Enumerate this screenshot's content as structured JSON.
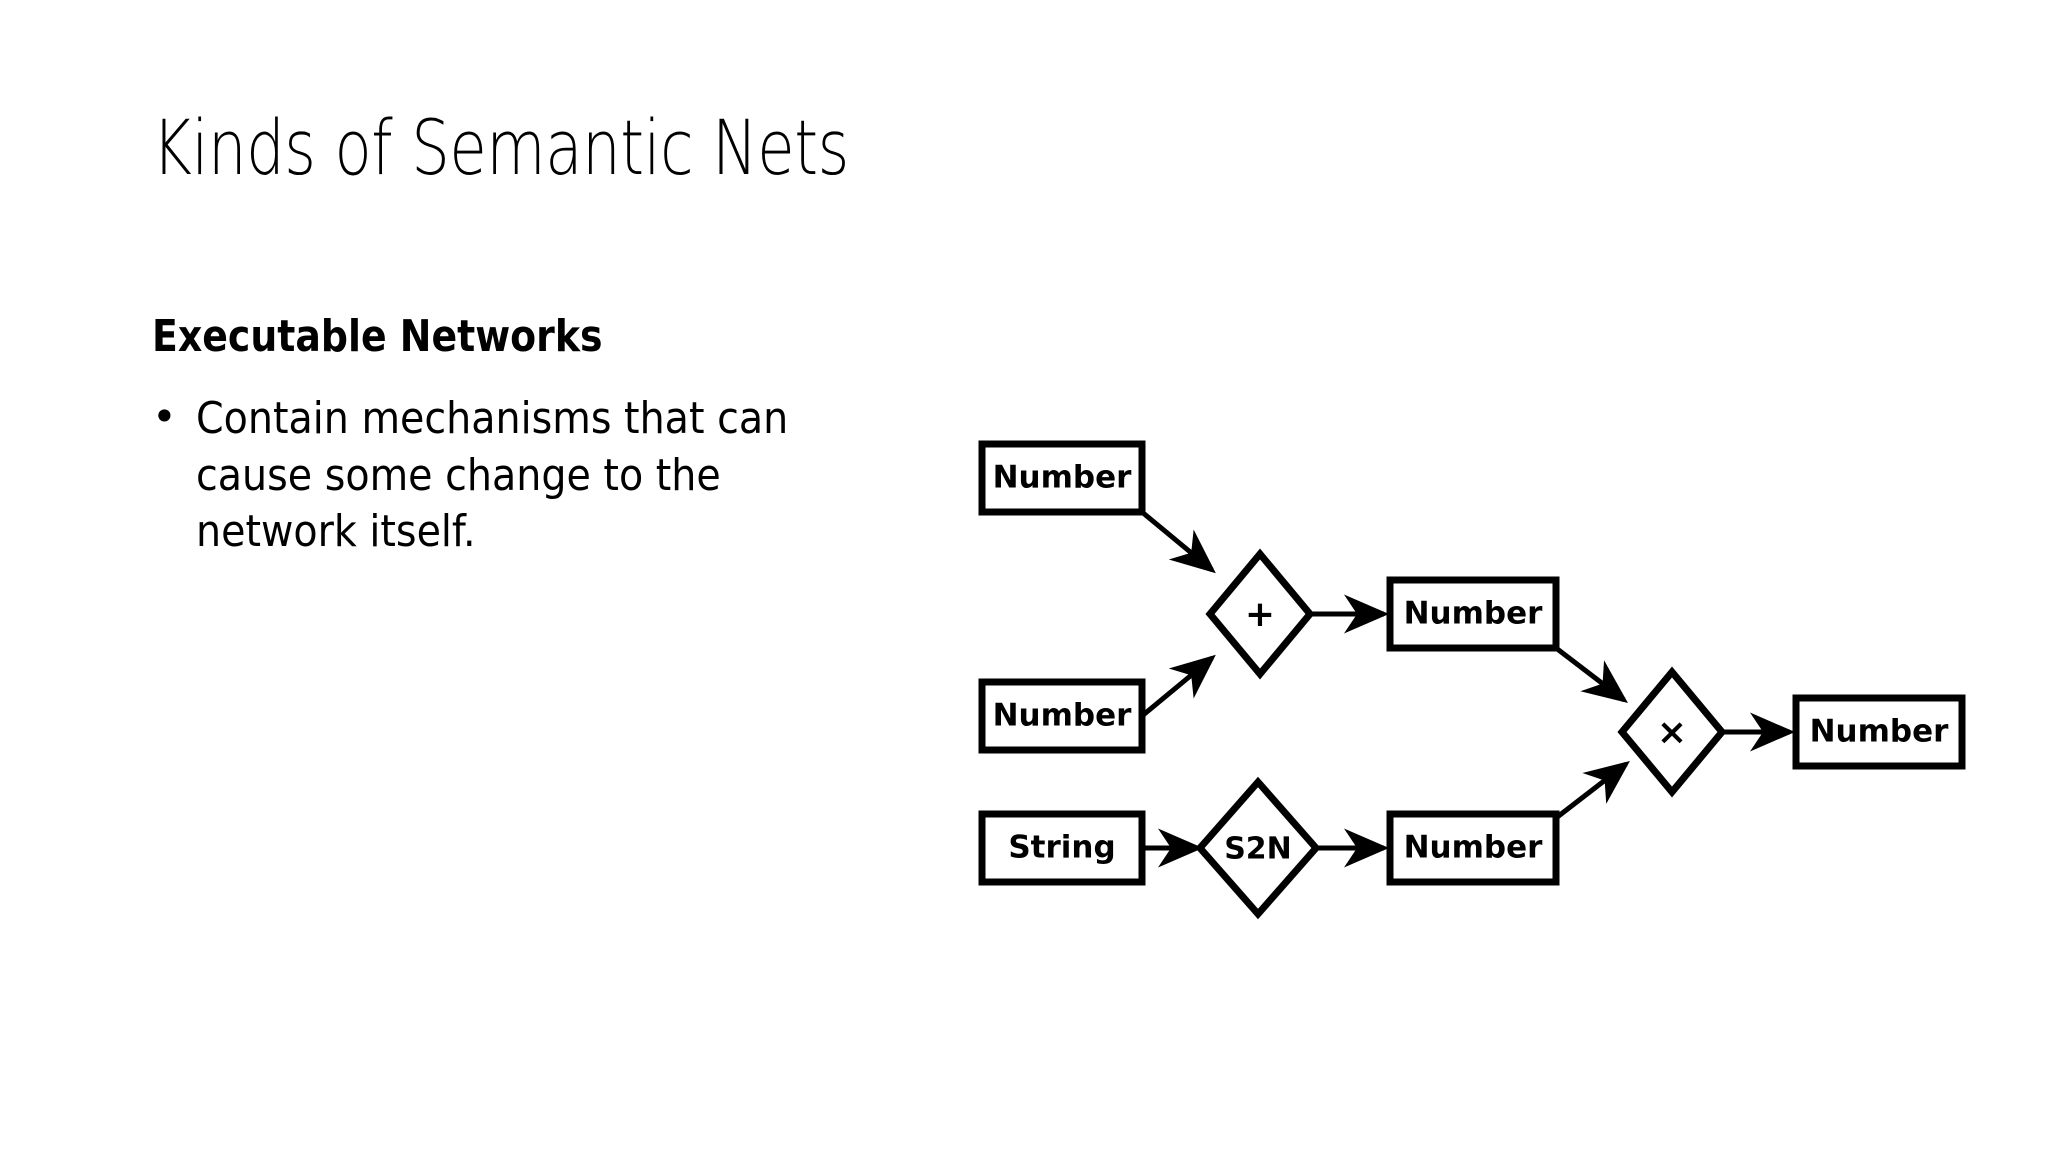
{
  "slide": {
    "title": "Kinds of Semantic Nets",
    "background_color": "#ffffff",
    "text_color": "#000000"
  },
  "body": {
    "heading": "Executable Networks",
    "bullet_marker": "•",
    "bullet_text": "Contain mechanisms that can cause some change to the network itself.",
    "bullet_lines": [
      "Contain mechanisms that can",
      "cause some change to the",
      "network itself."
    ]
  },
  "diagram": {
    "title": "executable-network-dataflow",
    "stroke_color": "#000000",
    "fill_color": "#ffffff",
    "nodes": [
      {
        "id": "num_a",
        "label": "Number",
        "shape": "rect",
        "role": "input-operand"
      },
      {
        "id": "num_b",
        "label": "Number",
        "shape": "rect",
        "role": "input-operand"
      },
      {
        "id": "plus",
        "label": "+",
        "shape": "diamond",
        "role": "operator-add"
      },
      {
        "id": "num_sum",
        "label": "Number",
        "shape": "rect",
        "role": "intermediate-result"
      },
      {
        "id": "str_in",
        "label": "String",
        "shape": "rect",
        "role": "input-operand"
      },
      {
        "id": "s2n",
        "label": "S2N",
        "shape": "diamond",
        "role": "operator-string-to-number"
      },
      {
        "id": "num_s2n",
        "label": "Number",
        "shape": "rect",
        "role": "intermediate-result"
      },
      {
        "id": "times",
        "label": "×",
        "shape": "diamond",
        "role": "operator-multiply"
      },
      {
        "id": "num_out",
        "label": "Number",
        "shape": "rect",
        "role": "output-result"
      }
    ],
    "edges": [
      {
        "from": "num_a",
        "to": "plus"
      },
      {
        "from": "num_b",
        "to": "plus"
      },
      {
        "from": "plus",
        "to": "num_sum"
      },
      {
        "from": "num_sum",
        "to": "times"
      },
      {
        "from": "str_in",
        "to": "s2n"
      },
      {
        "from": "s2n",
        "to": "num_s2n"
      },
      {
        "from": "num_s2n",
        "to": "times"
      },
      {
        "from": "times",
        "to": "num_out"
      }
    ]
  }
}
